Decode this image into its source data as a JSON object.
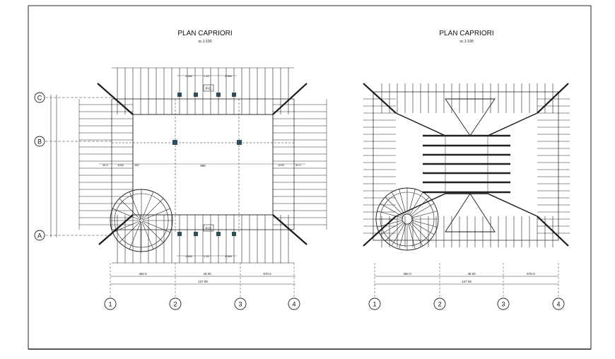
{
  "plans": [
    {
      "title": "PLAN CAPRIORI",
      "scale": "sc.1:100",
      "grid_rows": [
        "C",
        "B",
        "A"
      ],
      "grid_cols": [
        "1",
        "2",
        "3",
        "4"
      ],
      "bottom_dims": [
        "450 0",
        "45 00",
        "570 0"
      ],
      "total_dim": "127 00",
      "center_dim": "980",
      "side_dims": [
        "40 0",
        "1200",
        "150",
        "1200",
        "40 0"
      ],
      "top_dims": [
        "1 560",
        "1 20",
        "1 560"
      ],
      "panel_tag": "F.G"
    },
    {
      "title": "PLAN CAPRIORI",
      "scale": "sc.1:100",
      "grid_cols": [
        "1",
        "2",
        "3",
        "4"
      ],
      "bottom_dims": [
        "450 0",
        "45 00",
        "570 0"
      ],
      "total_dim": "127 00"
    }
  ]
}
